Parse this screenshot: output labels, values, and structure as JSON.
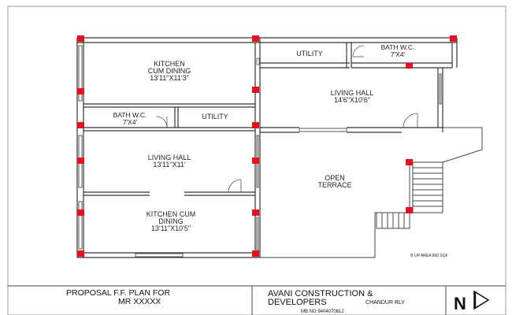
{
  "rooms": {
    "kitchen_top": {
      "name_line1": "KITCHEN",
      "name_line2": "CUM DINING",
      "size": "13'11\"X11'3\""
    },
    "utility_top": {
      "name": "UTILITY"
    },
    "bath_top": {
      "name": "BATH W.C.",
      "size": "7'X4'"
    },
    "living_right": {
      "name": "LIVING HALL",
      "size": "14'6\"X10'6\""
    },
    "bath_left": {
      "name": "BATH W.C.",
      "size": "7'X4'"
    },
    "utility_left": {
      "name": "UTILITY"
    },
    "living_left": {
      "name": "LIVING HALL",
      "size": "13'11\"X11'"
    },
    "open_terrace": {
      "name_line1": "OPEN",
      "name_line2": "TERRACE"
    },
    "kitchen_bottom": {
      "name_line1": "KITCHEN CUM",
      "name_line2": "DINING",
      "size": "13'11\"X10'5\""
    }
  },
  "area_note": "B UP AREA 860 SQF",
  "title_block": {
    "plan_title_line1": "PROPOSAL F.F. PLAN FOR",
    "plan_title_line2": "MR XXXXX",
    "company_line1": "AVANI CONSTRUCTION &",
    "company_line2": "DEVELOPERS",
    "location": "CHANDUR RLY",
    "mobile": "MB NO 9404070812",
    "north_letter": "N"
  },
  "colors": {
    "column": "#e8101e",
    "line": "#333333",
    "window": "#555555"
  }
}
